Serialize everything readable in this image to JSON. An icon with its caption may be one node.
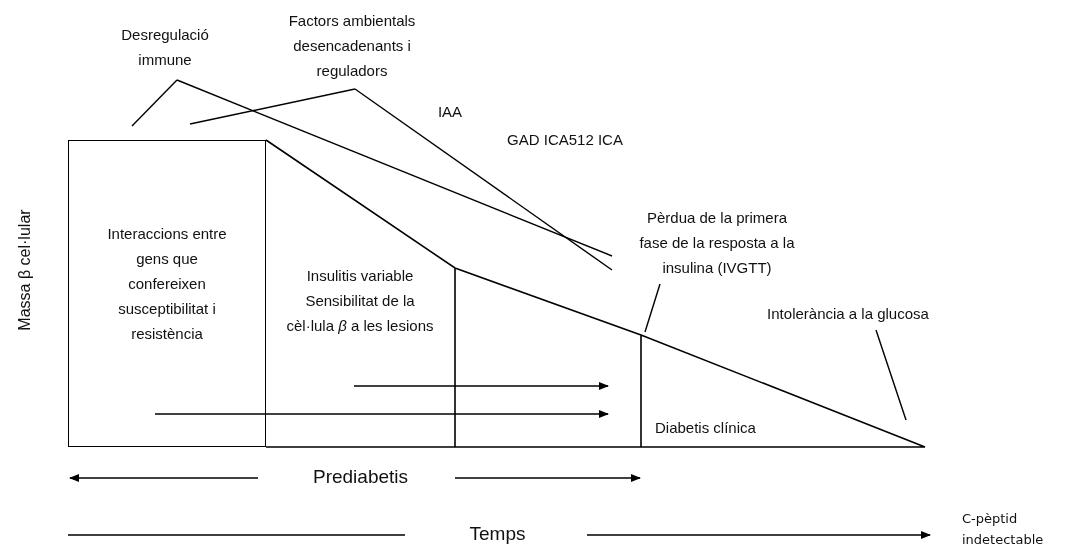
{
  "diagram": {
    "nodes": [
      {
        "text": [
          "Desregulació immune"
        ]
      },
      {
        "text": [
          "Factors ambientals desencadenants i reguladors"
        ]
      },
      {
        "text": [
          "Interaccions entre gens que confereixen susceptibilitat i resistència"
        ]
      },
      {
        "text": [
          "Pèrdua de la primera fase de la resposta a la insulina (IVGTT)"
        ]
      },
      {
        "text": [
          "Intolerància a la glucosa"
        ]
      }
    ],
    "edges": [
      {
        "from": 0,
        "to": null,
        "arrow": "none"
      },
      {
        "from": 0,
        "to": 3,
        "arrow": "none"
      },
      {
        "from": 1,
        "to": null,
        "arrow": "none"
      },
      {
        "from": 1,
        "to": 3,
        "arrow": "none"
      },
      {
        "from": 3,
        "to": null,
        "arrow": "none"
      },
      {
        "from": 4,
        "to": null,
        "arrow": "none"
      }
    ],
    "labels": [
      "IAA",
      "GAD ICA512 ICA",
      "Massa β cel·lular",
      "Insulitis variable Sensibilitat de la cèl·lula *β* a les lesions",
      "Diabetis clínica",
      "Prediabetis",
      "Temps",
      "C-pèptid indetectable"
    ]
  }
}
